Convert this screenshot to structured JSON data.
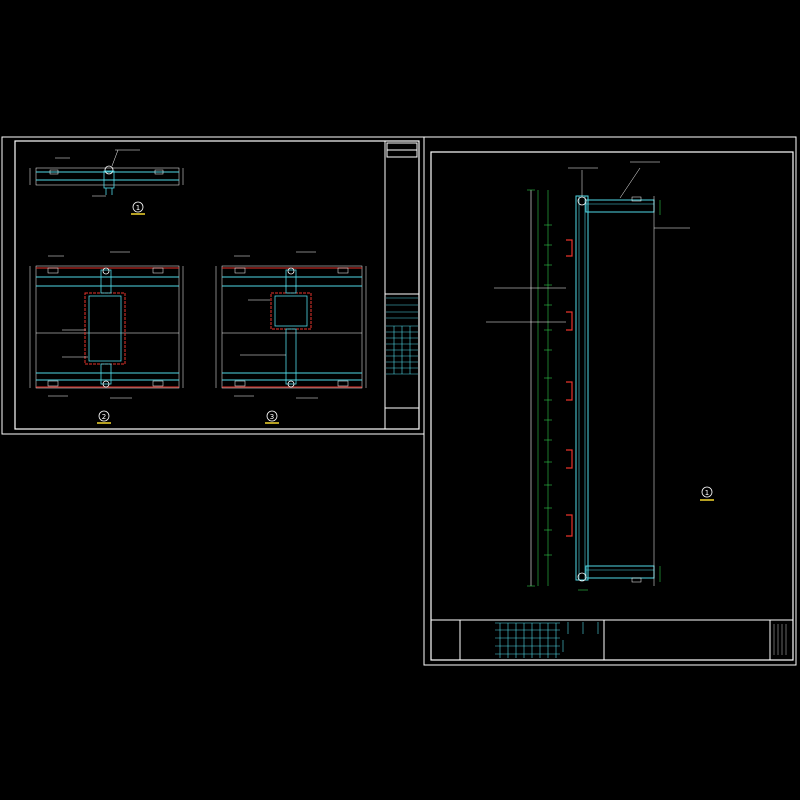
{
  "app": {
    "background": "#000000"
  },
  "colors": {
    "frame": "#ffffff",
    "cyan": "#4fd9e6",
    "red": "#e8332b",
    "green": "#31c94a",
    "yellow": "#f2d52e"
  },
  "sheet_left": {
    "details": [
      {
        "tag": "1"
      },
      {
        "tag": "2"
      },
      {
        "tag": "3"
      }
    ]
  },
  "sheet_right": {
    "details": [
      {
        "tag": "1"
      }
    ]
  }
}
